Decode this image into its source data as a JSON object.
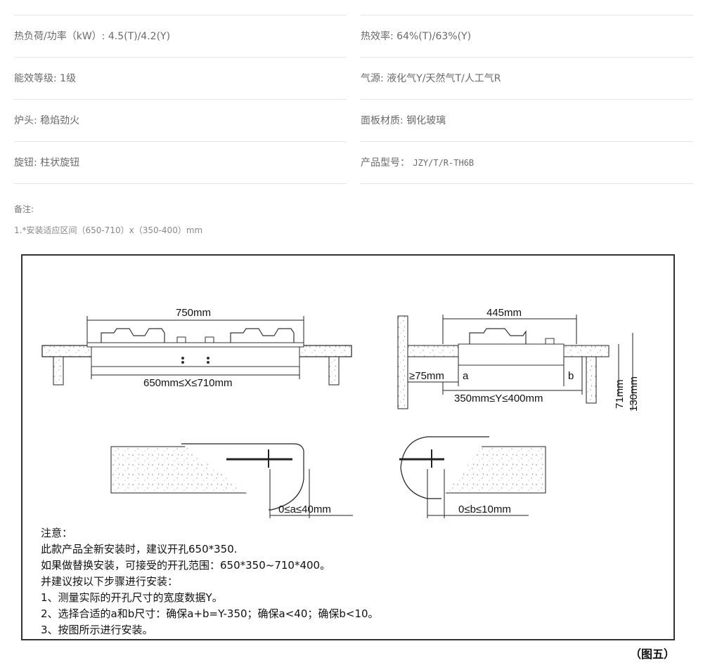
{
  "specs": {
    "left": [
      {
        "label": "热负荷/功率（kW）:",
        "value": "4.5(T)/4.2(Y)"
      },
      {
        "label": "能效等级:",
        "value": "1级"
      },
      {
        "label": "炉头:",
        "value": "稳焰劲火"
      },
      {
        "label": "旋钮:",
        "value": "柱状旋钮"
      }
    ],
    "right": [
      {
        "label": "热效率:",
        "value": "64%(T)/63%(Y)"
      },
      {
        "label": "气源:",
        "value": "液化气Y/天然气T/人工气R"
      },
      {
        "label": "面板材质:",
        "value": "钢化玻璃"
      },
      {
        "label": "产品型号：",
        "value": "JZY/T/R-TH6B"
      }
    ]
  },
  "notes": {
    "title": "备注:",
    "line1": "1.*安装适应区间（650-710）x（350-400）mm"
  },
  "figure": {
    "front_top_dim": "750mm",
    "front_bottom_dim": "650mm≤X≤710mm",
    "side_top_dim": "445mm",
    "side_left_dim": "≥75mm",
    "side_a": "a",
    "side_b": "b",
    "side_bottom_dim": "350mm≤Y≤400mm",
    "side_h1": "71mm",
    "side_h2": "130mm",
    "detail_left_dim": "0≤a≤40mm",
    "detail_right_dim": "0≤b≤10mm",
    "caution": [
      "注意：",
      "此款产品全新安装时，建议开孔650*350.",
      "如果做替换安装，可接受的开孔范围：650*350~710*400。",
      "并建议按以下步骤进行安装：",
      "1、测量实际的开孔尺寸的宽度数据Y。",
      "2、选择合适的a和b尺寸：确保a+b=Y-350；确保a<40；确保b<10。",
      "3、按图所示进行安装。"
    ],
    "caption": "（图五）"
  }
}
